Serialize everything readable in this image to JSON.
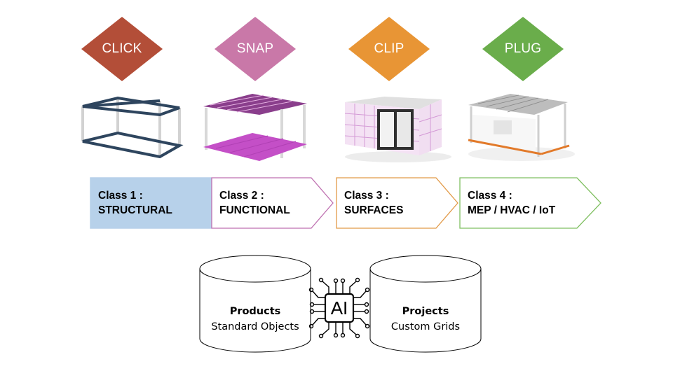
{
  "steps": [
    {
      "action": "CLICK",
      "color": "#B34E38",
      "line1": "Class 1 :",
      "line2": "STRUCTURAL",
      "border": "#B7D1EA",
      "fill": "#B7D1EA"
    },
    {
      "action": "SNAP",
      "color": "#C978A8",
      "line1": "Class 2 :",
      "line2": "FUNCTIONAL",
      "border": "#BE6FB0",
      "fill": "#FFFFFF"
    },
    {
      "action": "CLIP",
      "color": "#E89535",
      "line1": "Class 3 :",
      "line2": "SURFACES",
      "border": "#E29A48",
      "fill": "#FFFFFF"
    },
    {
      "action": "PLUG",
      "color": "#6AAD4B",
      "line1": "Class 4 :",
      "line2": "MEP / HVAC / IoT",
      "border": "#7FBF60",
      "fill": "#FFFFFF"
    }
  ],
  "databases": [
    {
      "title": "Products",
      "subtitle": "Standard Objects"
    },
    {
      "title": "Projects",
      "subtitle": "Custom Grids"
    }
  ],
  "ai": {
    "label": "AI"
  }
}
